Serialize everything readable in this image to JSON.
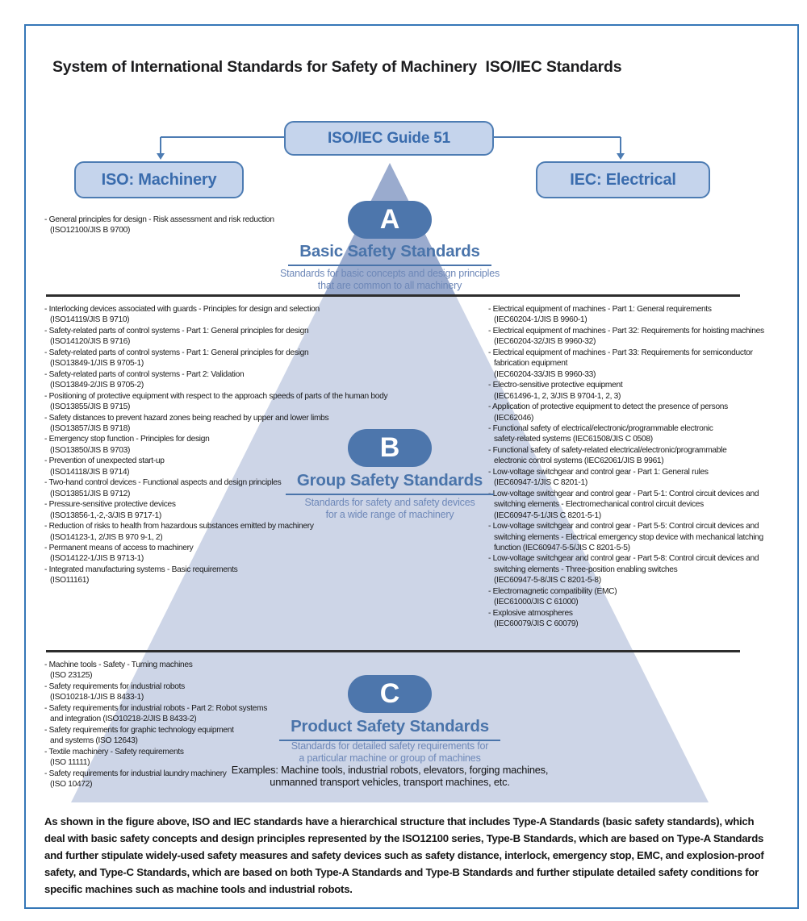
{
  "title": "System of International Standards for Safety of Machinery  ISO/IEC Standards",
  "top": {
    "guide_box": "ISO/IEC Guide 51",
    "left_box": "ISO: Machinery",
    "right_box": "IEC: Electrical"
  },
  "colors": {
    "frame_border": "#3577b7",
    "box_fill": "#c5d4ec",
    "box_border": "#4d7cb3",
    "box_text": "#3a6cad",
    "badge_fill": "#4d76ac",
    "heading_text": "#4a74aa",
    "subtitle_text": "#6e88b8",
    "pyramid_upper": "#9aabce",
    "pyramid_lower": "#cdd5e7",
    "divider": "#2d2d2d"
  },
  "sections": {
    "a": {
      "badge": "A",
      "heading": "Basic Safety Standards",
      "subtitle_lines": [
        "Standards for basic concepts and design principles",
        "that are common to all machinery"
      ],
      "left_items": [
        [
          "- General principles for design - Risk assessment and risk reduction",
          "(ISO12100/JIS B 9700)"
        ]
      ]
    },
    "b": {
      "badge": "B",
      "heading": "Group Safety Standards",
      "subtitle_lines": [
        "Standards for safety and safety devices",
        "for a wide range of machinery"
      ],
      "left_items": [
        [
          "- Interlocking devices associated with guards - Principles for design and selection",
          "(ISO14119/JIS B 9710)"
        ],
        [
          "- Safety-related parts of control systems - Part 1: General principles for design",
          "(ISO14120/JIS B 9716)"
        ],
        [
          "- Safety-related parts of control systems - Part 1: General principles for design",
          "(ISO13849-1/JIS B 9705-1)"
        ],
        [
          "- Safety-related parts of control systems - Part 2: Validation",
          "(ISO13849-2/JIS B 9705-2)"
        ],
        [
          "- Positioning of protective equipment with respect to the approach speeds of parts of the human body",
          "(ISO13855/JIS B 9715)"
        ],
        [
          "- Safety distances to prevent hazard zones being reached by upper and lower limbs",
          "(ISO13857/JIS B 9718)"
        ],
        [
          "- Emergency stop function - Principles for design",
          "(ISO13850/JIS B 9703)"
        ],
        [
          "- Prevention of unexpected start-up",
          "(ISO14118/JIS B 9714)"
        ],
        [
          "- Two-hand control devices - Functional aspects and design principles",
          "(ISO13851/JIS B 9712)"
        ],
        [
          "- Pressure-sensitive protective devices",
          "(ISO13856-1,-2,-3/JIS B 9717-1)"
        ],
        [
          "- Reduction of risks to health from hazardous substances emitted by machinery",
          "(ISO14123-1, 2/JIS B 970 9-1, 2)"
        ],
        [
          "- Permanent means of access to machinery",
          "(ISO14122-1/JIS B 9713-1)"
        ],
        [
          "- Integrated manufacturing systems - Basic requirements",
          "(ISO11161)"
        ]
      ],
      "right_items": [
        [
          "- Electrical equipment of machines - Part 1: General requirements",
          "(IEC60204-1/JIS B 9960-1)"
        ],
        [
          "- Electrical equipment of machines - Part 32: Requirements for hoisting machines",
          "(IEC60204-32/JIS B 9960-32)"
        ],
        [
          "- Electrical equipment of machines - Part 33: Requirements for semiconductor",
          "fabrication equipment",
          "(IEC60204-33/JIS B 9960-33)"
        ],
        [
          "- Electro-sensitive protective equipment",
          "(IEC61496-1, 2, 3/JIS B 9704-1, 2, 3)"
        ],
        [
          "- Application of protective equipment to detect the presence of persons",
          "(IEC62046)"
        ],
        [
          "- Functional safety of electrical/electronic/programmable electronic",
          "safety-related systems (IEC61508/JIS C 0508)"
        ],
        [
          "- Functional safety of safety-related electrical/electronic/programmable",
          "electronic control systems (IEC62061/JIS B 9961)"
        ],
        [
          "- Low-voltage switchgear and control gear - Part 1: General rules",
          "(IEC60947-1/JIS C 8201-1)"
        ],
        [
          "- Low-voltage switchgear and control gear - Part 5-1: Control circuit devices and",
          "switching elements -  Electromechanical control circuit devices",
          "(IEC60947-5-1/JIS C 8201-5-1)"
        ],
        [
          "- Low-voltage switchgear and control gear - Part 5-5: Control circuit devices and",
          "switching elements - Electrical emergency stop device with mechanical latching",
          "function (IEC60947-5-5/JIS C 8201-5-5)"
        ],
        [
          "- Low-voltage switchgear and control gear - Part 5-8: Control circuit devices and",
          "switching elements - Three-position enabling switches",
          "(IEC60947-5-8/JIS C 8201-5-8)"
        ],
        [
          "- Electromagnetic compatibility (EMC)",
          "(IEC61000/JIS C 61000)"
        ],
        [
          "- Explosive atmospheres",
          "(IEC60079/JIS C 60079)"
        ]
      ]
    },
    "c": {
      "badge": "C",
      "heading": "Product Safety Standards",
      "subtitle_lines": [
        "Standards for detailed safety requirements for",
        "a particular machine or group of machines"
      ],
      "examples_lines": [
        "Examples: Machine tools, industrial robots, elevators, forging machines,",
        "unmanned transport vehicles, transport machines, etc."
      ],
      "left_items": [
        [
          "- Machine tools - Safety - Turning machines",
          "(ISO 23125)"
        ],
        [
          "- Safety requirements for industrial robots",
          "(ISO10218-1/JIS B 8433-1)"
        ],
        [
          "- Safety requirements for industrial robots - Part 2: Robot systems",
          "and integration (ISO10218-2/JIS B 8433-2)"
        ],
        [
          "- Safety requirements for graphic technology equipment",
          "and systems (ISO 12643)"
        ],
        [
          "- Textile machinery - Safety requirements",
          "(ISO 11111)"
        ],
        [
          "- Safety requirements for industrial laundry machinery",
          "(ISO 10472)"
        ]
      ]
    }
  },
  "footer": "As shown in the figure above, ISO and IEC standards have a hierarchical structure that includes Type-A Standards (basic safety standards), which deal with basic safety concepts and design principles represented by the ISO12100 series, Type-B Standards, which are based on Type-A Standards and further stipulate widely-used safety measures and safety devices such as safety distance, interlock, emergency stop, EMC, and explosion-proof safety, and Type-C Standards, which are based on both Type-A Standards and Type-B Standards and further stipulate detailed safety conditions for specific machines such as machine tools and industrial robots."
}
